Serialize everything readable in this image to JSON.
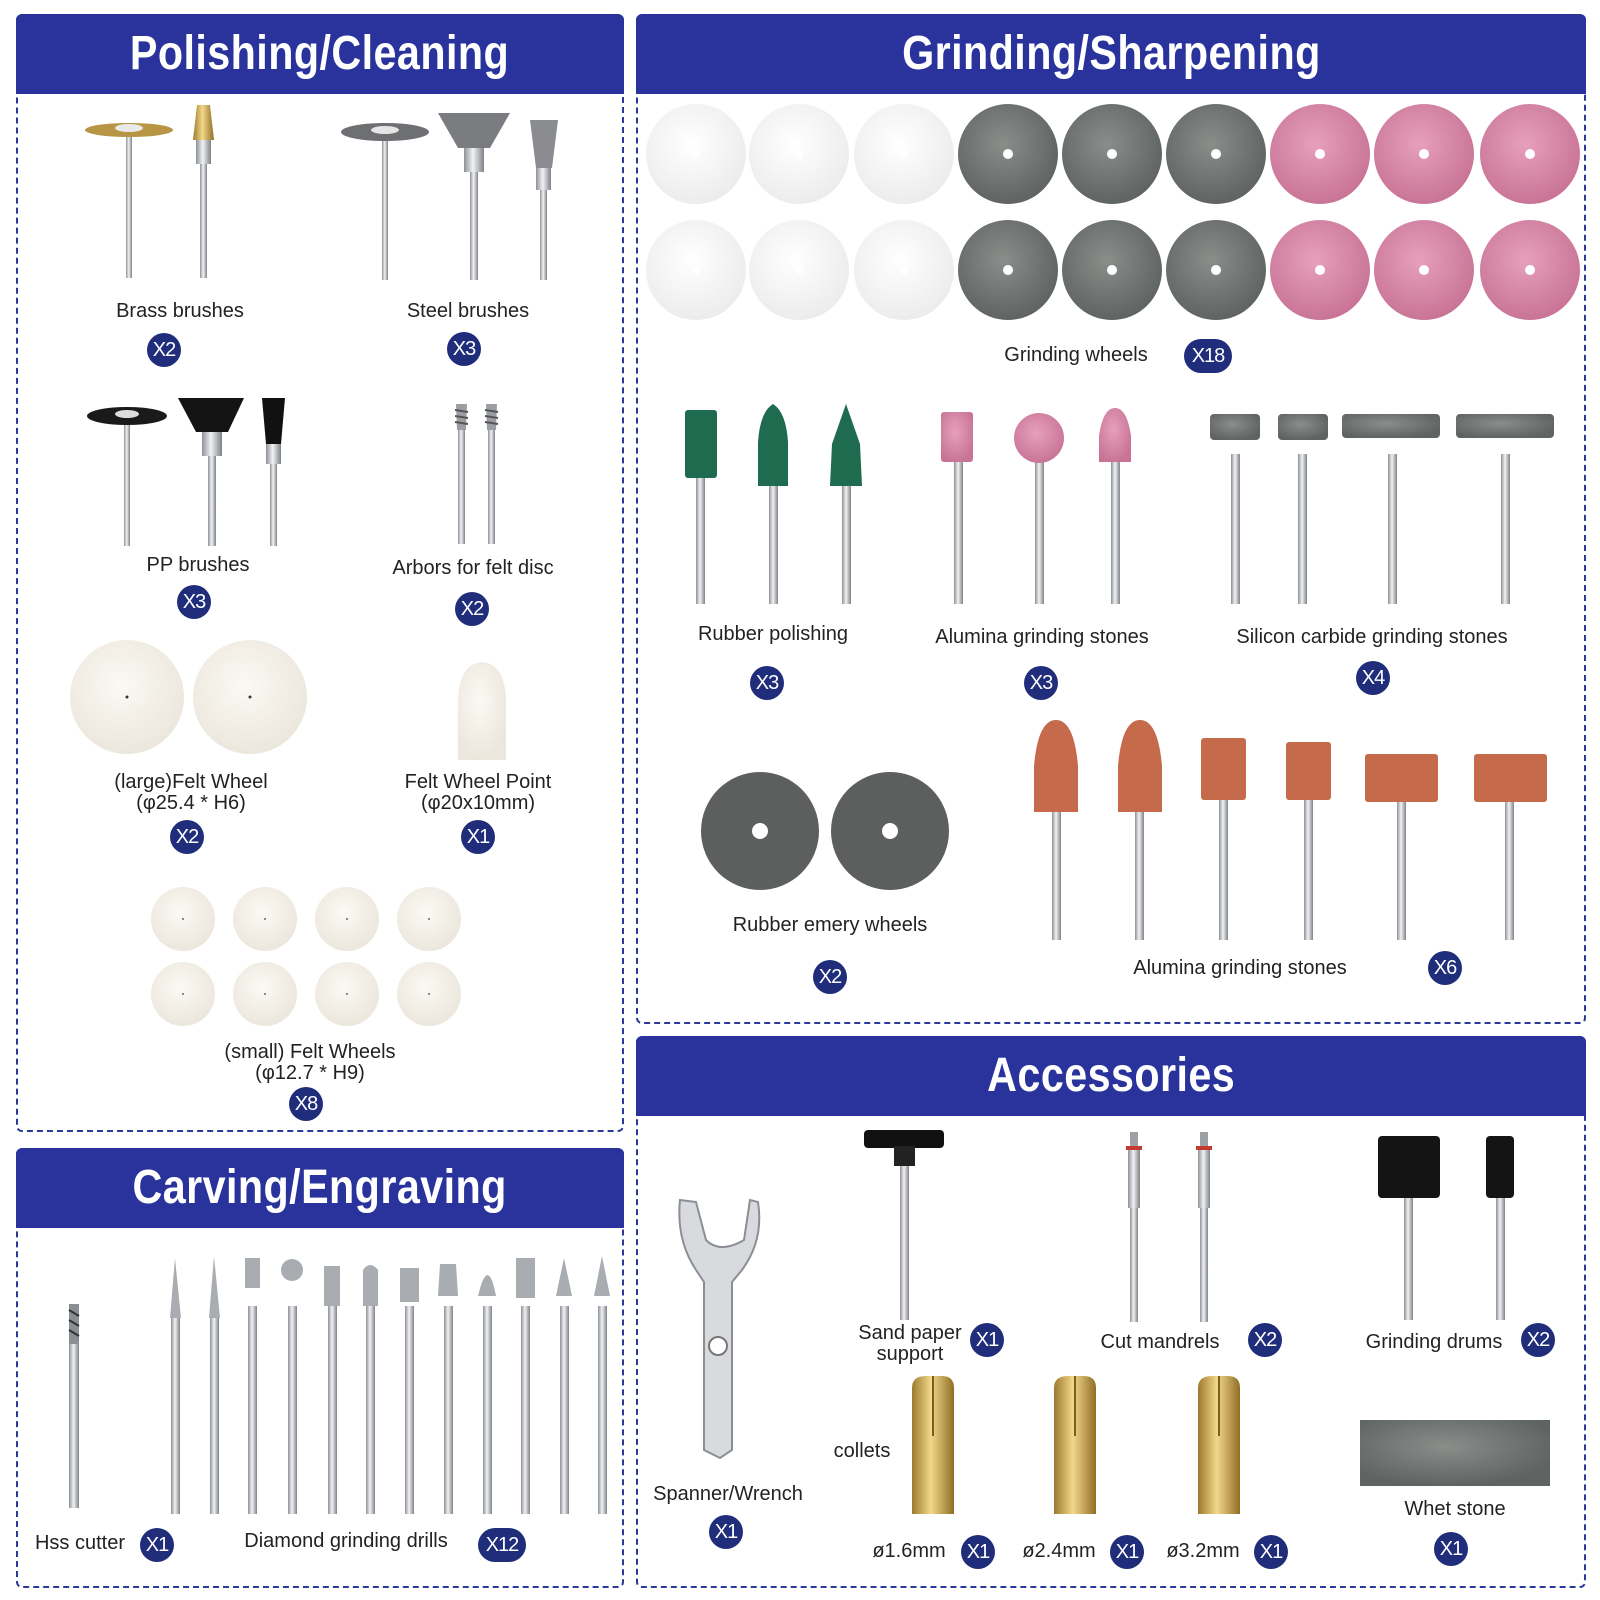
{
  "sections": {
    "polishing": "Polishing/Cleaning",
    "grinding": "Grinding/Sharpening",
    "carving": "Carving/Engraving",
    "accessories": "Accessories"
  },
  "items": {
    "brass_brushes": {
      "label": "Brass brushes",
      "qty": "X2"
    },
    "steel_brushes": {
      "label": "Steel brushes",
      "qty": "X3"
    },
    "pp_brushes": {
      "label": "PP brushes",
      "qty": "X3"
    },
    "arbors": {
      "label": "Arbors for felt disc",
      "qty": "X2"
    },
    "large_felt": {
      "label": "(large)Felt Wheel",
      "spec": "(φ25.4 * H6)",
      "qty": "X2"
    },
    "felt_point": {
      "label": "Felt Wheel Point",
      "spec": "(φ20x10mm)",
      "qty": "X1"
    },
    "small_felt": {
      "label": "(small) Felt Wheels",
      "spec": "(φ12.7 * H9)",
      "qty": "X8"
    },
    "grinding_wheels": {
      "label": "Grinding wheels",
      "qty": "X18"
    },
    "rubber_polishing": {
      "label": "Rubber polishing",
      "qty": "X3"
    },
    "alumina_stones_1": {
      "label": "Alumina grinding stones",
      "qty": "X3"
    },
    "sic_stones": {
      "label": "Silicon carbide grinding stones",
      "qty": "X4"
    },
    "rubber_emery": {
      "label": "Rubber emery wheels",
      "qty": "X2"
    },
    "alumina_stones_2": {
      "label": "Alumina grinding stones",
      "qty": "X6"
    },
    "hss_cutter": {
      "label": "Hss cutter",
      "qty": "X1"
    },
    "diamond_drills": {
      "label": "Diamond grinding drills",
      "qty": "X12"
    },
    "spanner": {
      "label": "Spanner/Wrench",
      "qty": "X1"
    },
    "sand_paper": {
      "label": "Sand paper",
      "label2": "support",
      "qty": "X1"
    },
    "cut_mandrels": {
      "label": "Cut mandrels",
      "qty": "X2"
    },
    "grinding_drums": {
      "label": "Grinding drums",
      "qty": "X2"
    },
    "collets": {
      "label": "collets"
    },
    "collet_16": {
      "label": "ø1.6mm",
      "qty": "X1"
    },
    "collet_24": {
      "label": "ø2.4mm",
      "qty": "X1"
    },
    "collet_32": {
      "label": "ø3.2mm",
      "qty": "X1"
    },
    "whet_stone": {
      "label": "Whet stone",
      "qty": "X1"
    }
  },
  "colors": {
    "header": "#29339b",
    "badge": "#1f2d7a",
    "border": "#2b3a9a",
    "white_wheel": "#f7f7f7",
    "grey_wheel": "#7b7f7c",
    "pink_wheel": "#d98aa8",
    "green_rubber": "#1f6b50",
    "orange_stone": "#c66a4c",
    "brass": "#c9a24a"
  }
}
